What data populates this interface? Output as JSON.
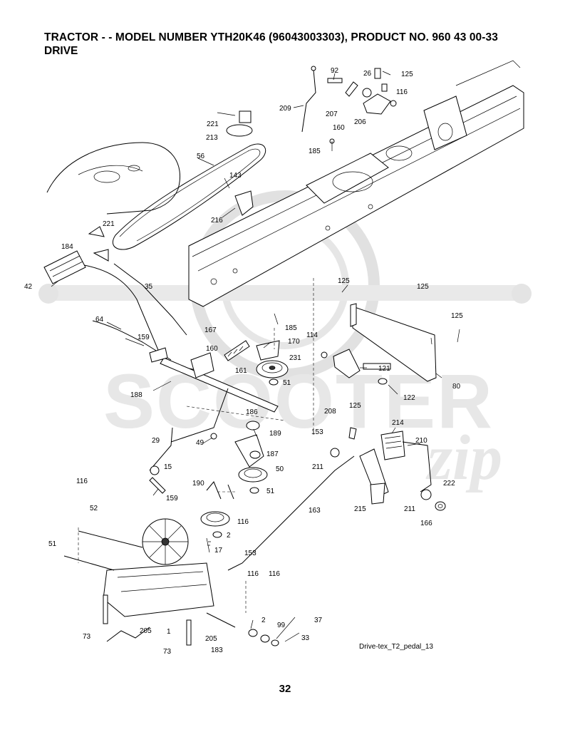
{
  "header": {
    "title": "TRACTOR - - MODEL NUMBER YTH20K46 (96043003303), PRODUCT NO. 960 43 00-33",
    "subtitle": "DRIVE"
  },
  "figure_code": "Drive-tex_T2_pedal_13",
  "page_number": "32",
  "watermark": {
    "word": "SCOOTER",
    "script": "zip"
  },
  "part_labels": [
    "92",
    "26",
    "125",
    "116",
    "209",
    "207",
    "206",
    "221",
    "160",
    "213",
    "185",
    "56",
    "143",
    "216",
    "221",
    "184",
    "42",
    "35",
    "64",
    "125",
    "125",
    "125",
    "114",
    "159",
    "167",
    "160",
    "185",
    "170",
    "161",
    "231",
    "121",
    "51",
    "122",
    "80",
    "188",
    "186",
    "208",
    "125",
    "214",
    "29",
    "49",
    "189",
    "153",
    "210",
    "187",
    "211",
    "15",
    "50",
    "222",
    "159",
    "190",
    "51",
    "215",
    "211",
    "166",
    "116",
    "163",
    "52",
    "116",
    "51",
    "2",
    "17",
    "153",
    "116",
    "116",
    "2",
    "37",
    "205",
    "99",
    "205",
    "33",
    "73",
    "183",
    "73",
    "1"
  ]
}
